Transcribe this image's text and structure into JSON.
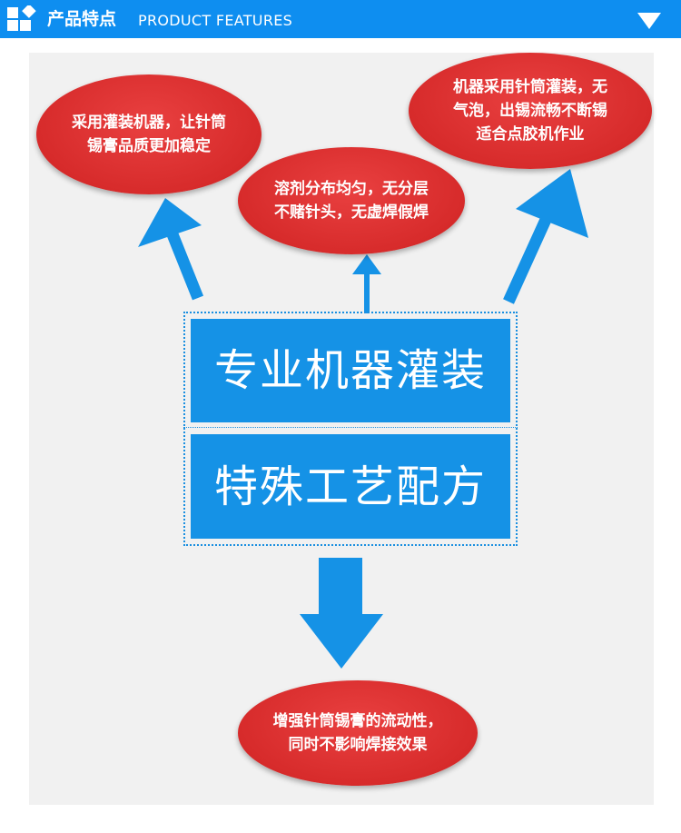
{
  "header": {
    "title_cn": "产品特点",
    "title_en": "PRODUCT FEATURES",
    "logo_icon": "four-squares-icon",
    "collapse_icon": "triangle-down-icon"
  },
  "colors": {
    "header_bg": "#0e8ef0",
    "arrow": "#1592e6",
    "ellipse": "#d72b2b",
    "panel_bg": "#f1f1f1"
  },
  "bubbles": {
    "top_left": {
      "line1": "采用灌装机器，让针筒",
      "line2": "锡膏品质更加稳定"
    },
    "top_middle": {
      "line1": "溶剂分布均匀，无分层",
      "line2": "不赌针头，无虚焊假焊"
    },
    "top_right": {
      "line1": "机器采用针筒灌装，无",
      "line2": "气泡，出锡流畅不断锡",
      "line3": "适合点胶机作业"
    },
    "bottom": {
      "line1": "增强针筒锡膏的流动性，",
      "line2": "同时不影响焊接效果"
    }
  },
  "center": {
    "box1": "专业机器灌装",
    "box2": "特殊工艺配方"
  }
}
